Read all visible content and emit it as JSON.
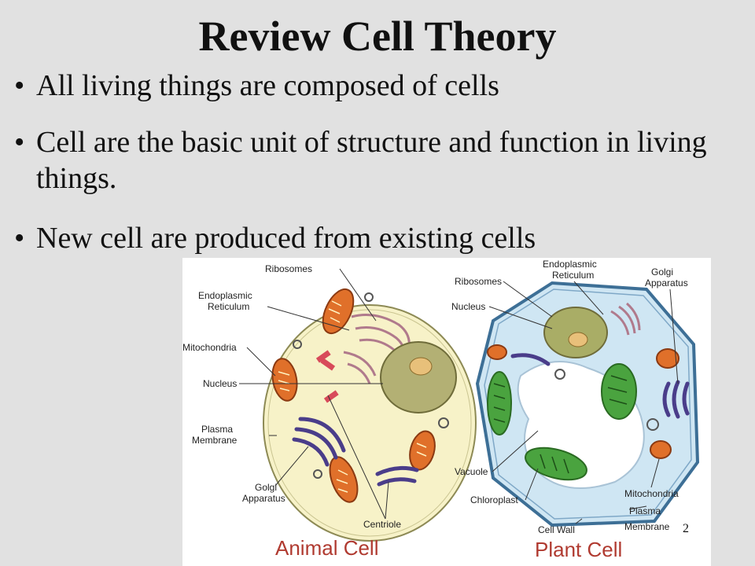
{
  "slide": {
    "title": "Review Cell Theory",
    "bullet_char": "•",
    "bullets": [
      "All living things are composed of cells",
      "Cell are the basic unit of structure and function in living things.",
      "New cell are produced from existing cells"
    ],
    "page_number": "2"
  },
  "figure": {
    "animal_cell": {
      "caption": "Animal Cell",
      "labels": {
        "ribosomes": "Ribosomes",
        "er_1": "Endoplasmic",
        "er_2": "Reticulum",
        "mitochondria": "Mitochondria",
        "nucleus": "Nucleus",
        "plasma_1": "Plasma",
        "plasma_2": "Membrane",
        "golgi_1": "Golgi",
        "golgi_2": "Apparatus",
        "centriole": "Centriole"
      }
    },
    "plant_cell": {
      "caption": "Plant Cell",
      "labels": {
        "er_1": "Endoplasmic",
        "er_2": "Reticulum",
        "golgi_1": "Golgi",
        "golgi_2": "Apparatus",
        "ribosomes": "Ribosomes",
        "nucleus": "Nucleus",
        "vacuole": "Vacuole",
        "chloroplast": "Chloroplast",
        "mitochondria": "Mitochondria",
        "plasma_1": "Plasma",
        "plasma_2": "Membrane",
        "cell_wall": "Cell Wall"
      }
    },
    "colors": {
      "animal_cytoplasm": "#f7f2c8",
      "plant_cytoplasm": "#cfe6f3",
      "nucleus": "#a9ad66",
      "mitochondria": "#e0702a",
      "golgi": "#5a4b9c",
      "chloroplast": "#4aa33f",
      "caption": "#b03a30"
    }
  }
}
